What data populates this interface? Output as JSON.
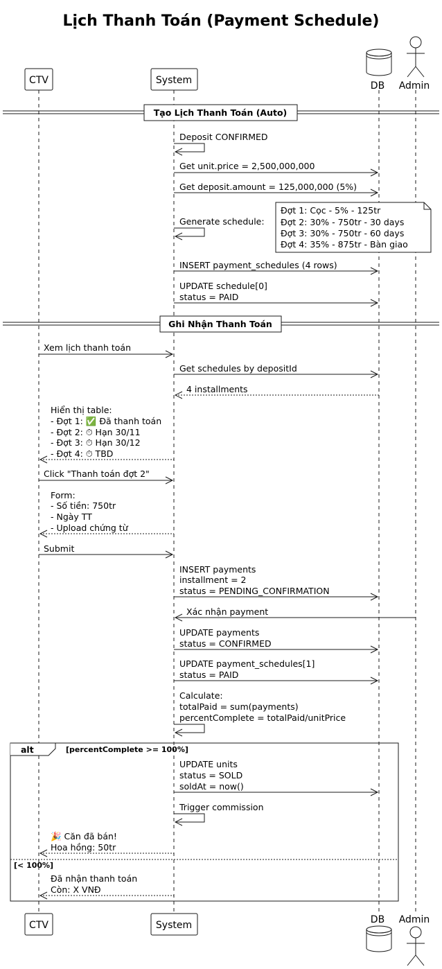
{
  "title": "Lịch Thanh Toán (Payment Schedule)",
  "participants": {
    "ctv": "CTV",
    "system": "System",
    "db": "DB",
    "admin": "Admin"
  },
  "sections": {
    "s1": "Tạo Lịch Thanh Toán (Auto)",
    "s2": "Ghi Nhận Thanh Toán"
  },
  "messages": {
    "m1": "Deposit CONFIRMED",
    "m2": "Get unit.price = 2,500,000,000",
    "m3": "Get deposit.amount = 125,000,000 (5%)",
    "m4": "Generate schedule:",
    "m5": "INSERT payment_schedules (4 rows)",
    "m6": [
      "UPDATE schedule[0]",
      "status = PAID"
    ],
    "m7": "Xem lịch thanh toán",
    "m8": "Get schedules by depositId",
    "m9": "4 installments",
    "m10": [
      "Hiển thị table:",
      "- Đợt 1: ✅ Đã thanh toán",
      "- Đợt 2: ⏱ Hạn 30/11",
      "- Đợt 3: ⏱ Hạn 30/12",
      "- Đợt 4: ⏱ TBD"
    ],
    "m11": "Click \"Thanh toán đợt 2\"",
    "m12": [
      "Form:",
      "- Số tiền: 750tr",
      "- Ngày TT",
      "- Upload chứng từ"
    ],
    "m13": "Submit",
    "m14": [
      "INSERT payments",
      "installment = 2",
      "status = PENDING_CONFIRMATION"
    ],
    "m15": "Xác nhận payment",
    "m16": [
      "UPDATE payments",
      "status = CONFIRMED"
    ],
    "m17": [
      "UPDATE payment_schedules[1]",
      "status = PAID"
    ],
    "m18": [
      "Calculate:",
      "totalPaid = sum(payments)",
      "percentComplete = totalPaid/unitPrice"
    ],
    "m19": [
      "UPDATE units",
      "status = SOLD",
      "soldAt = now()"
    ],
    "m20": "Trigger commission",
    "m21": [
      "🎉 Căn đã bán!",
      "Hoa hồng: 50tr"
    ],
    "m22": [
      "Đã nhận thanh toán",
      "Còn: X VNĐ"
    ]
  },
  "note": [
    "Đợt 1: Cọc - 5% - 125tr",
    "Đợt 2: 30% - 750tr - 30 days",
    "Đợt 3: 30% - 750tr - 60 days",
    "Đợt 4: 35% - 875tr - Bàn giao"
  ],
  "alt": {
    "label": "alt",
    "guard1": "[percentComplete >= 100%]",
    "guard2": "[< 100%]"
  }
}
